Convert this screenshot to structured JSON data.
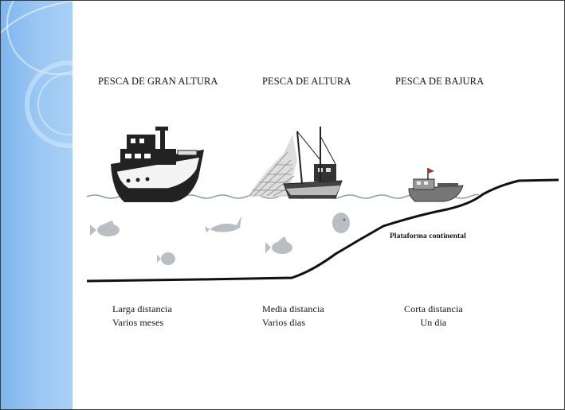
{
  "headings": {
    "gran_altura": "PESCA DE GRAN ALTURA",
    "altura": "PESCA DE ALTURA",
    "bajura": "PESCA DE BAJURA"
  },
  "shelf_label": "Plataforma continental",
  "descriptions": {
    "gran_altura": {
      "distance": "Larga distancia",
      "duration": "Varios meses"
    },
    "altura": {
      "distance": "Media distancia",
      "duration": "Varios dias"
    },
    "bajura": {
      "distance": "Corta distancia",
      "duration": "Un dia"
    }
  },
  "colors": {
    "sidebar": "#8fc0f0",
    "water_line": "#8aa0a8",
    "fish": "#b9bec2",
    "seabed": "#111111"
  }
}
